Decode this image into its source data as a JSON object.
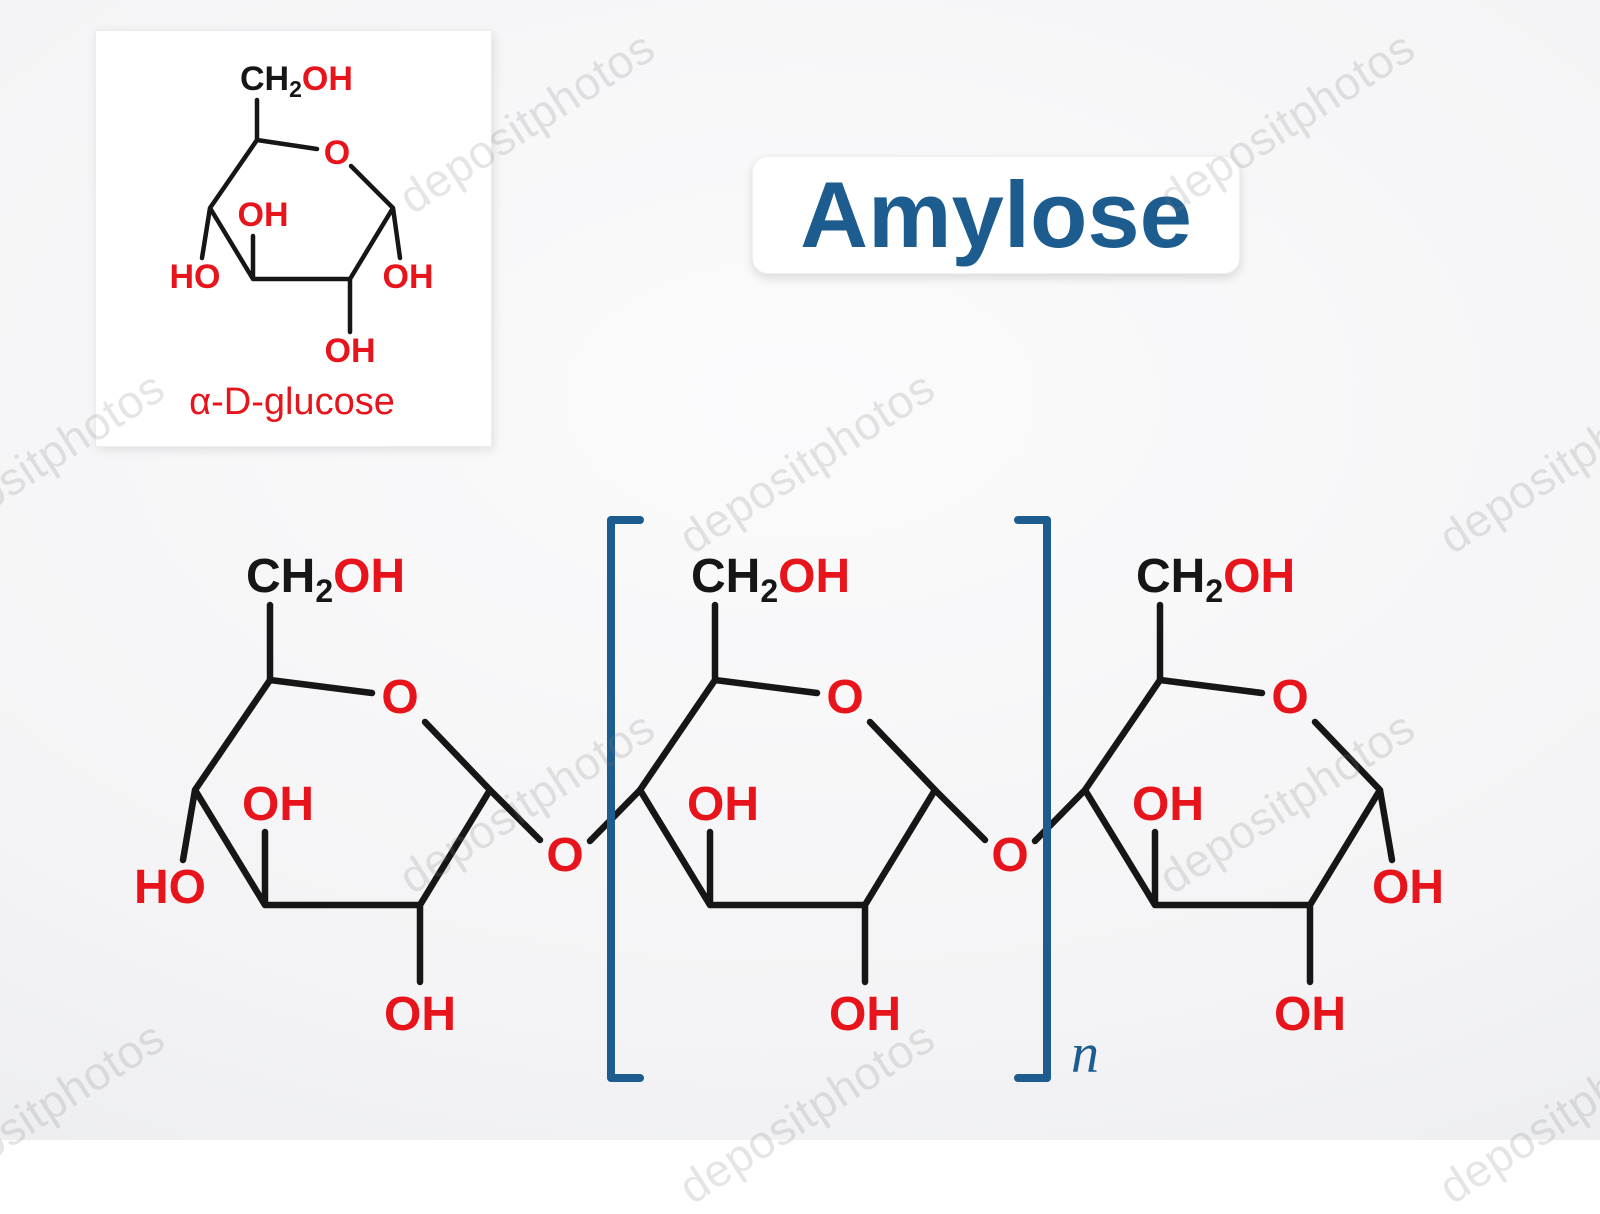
{
  "title": "Amylose",
  "watermark": {
    "text": "depositphotos"
  },
  "inset": {
    "caption": "α-D-glucose"
  },
  "atoms": {
    "ch": "CH",
    "sub2": "2",
    "oh": "OH",
    "ho": "HO",
    "o": "O"
  },
  "polymer": {
    "subscript": "n"
  },
  "colors": {
    "accent_blue": "#1d5c8e",
    "atom_red": "#e8141c",
    "bond_black": "#161616"
  }
}
